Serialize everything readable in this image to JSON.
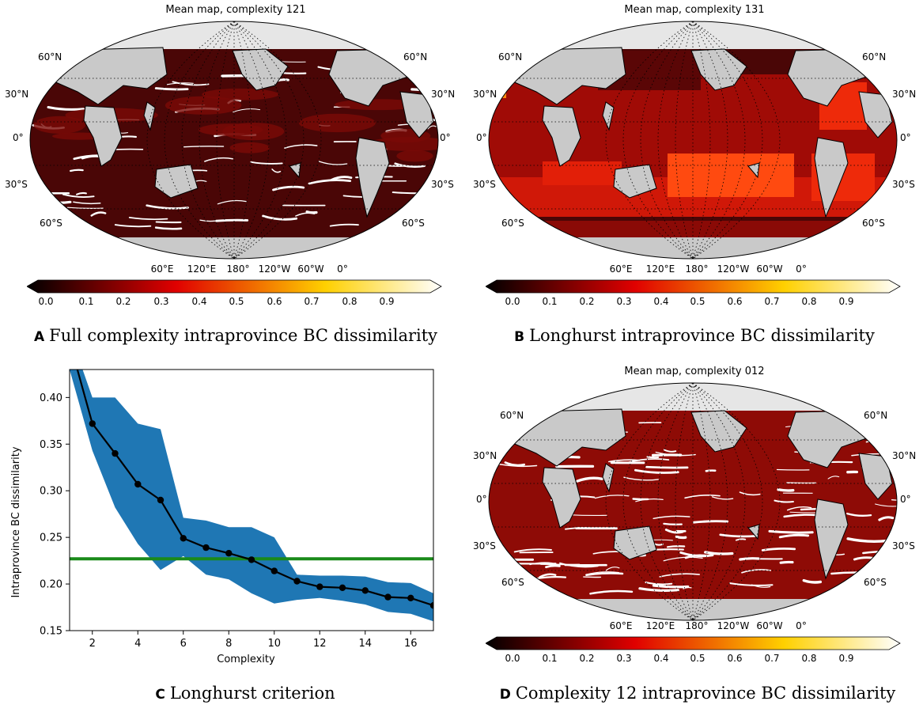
{
  "maps": [
    {
      "id": "a",
      "title": "Mean map, complexity 121",
      "caption_letter": "A",
      "caption_text": "Full complexity intraprovince BC dissimilarity",
      "style": "dark"
    },
    {
      "id": "b",
      "title": "Mean map, complexity 131",
      "caption_letter": "B",
      "caption_text": "Longhurst intraprovince BC dissimilarity",
      "style": "province"
    },
    {
      "id": "d",
      "title": "Mean map, complexity 012",
      "caption_letter": "D",
      "caption_text": "Complexity 12 intraprovince BC dissimilarity",
      "style": "medium"
    }
  ],
  "lat_left": [
    "60°N",
    "30°N",
    "0°",
    "30°S",
    "60°S"
  ],
  "lat_right": [
    "60°N",
    "30°N",
    "0°",
    "30°S",
    "60°S"
  ],
  "lon_labels": [
    "60°E",
    "120°E",
    "180°",
    "120°W",
    "60°W",
    "0°"
  ],
  "colorbar_ticks": [
    "0.0",
    "0.1",
    "0.2",
    "0.3",
    "0.4",
    "0.5",
    "0.6",
    "0.7",
    "0.8",
    "0.9"
  ],
  "colors": {
    "land": "#c9c9c9",
    "polar": "#e6e6e6",
    "ocean_dark": "#4a0606",
    "ocean_medium": "#8e0b06",
    "criterion_line": "#1a8a1a",
    "band": "#1f77b4"
  },
  "panel_c": {
    "caption_letter": "C",
    "caption_text": "Longhurst criterion"
  },
  "chart_data": {
    "type": "line",
    "title": "",
    "xlabel": "Complexity",
    "ylabel": "Intraprovince BC dissimilarity",
    "xlim": [
      1,
      17
    ],
    "ylim": [
      0.15,
      0.43
    ],
    "xticks": [
      2,
      4,
      6,
      8,
      10,
      12,
      14,
      16
    ],
    "yticks": [
      0.15,
      0.2,
      0.25,
      0.3,
      0.35,
      0.4
    ],
    "x": [
      1,
      2,
      3,
      4,
      5,
      6,
      7,
      8,
      9,
      10,
      11,
      12,
      13,
      14,
      15,
      16,
      17
    ],
    "series": [
      {
        "values": [
          0.46,
          0.372,
          0.34,
          0.307,
          0.29,
          0.249,
          0.239,
          0.233,
          0.226,
          0.214,
          0.203,
          0.197,
          0.196,
          0.193,
          0.186,
          0.185,
          0.177
        ]
      }
    ],
    "band": {
      "upper": [
        0.47,
        0.4,
        0.4,
        0.372,
        0.366,
        0.271,
        0.268,
        0.261,
        0.261,
        0.25,
        0.21,
        0.209,
        0.209,
        0.208,
        0.202,
        0.201,
        0.19
      ],
      "lower": [
        0.43,
        0.343,
        0.282,
        0.243,
        0.215,
        0.23,
        0.21,
        0.205,
        0.19,
        0.179,
        0.183,
        0.185,
        0.182,
        0.178,
        0.17,
        0.168,
        0.16
      ]
    },
    "criterion": 0.227
  }
}
